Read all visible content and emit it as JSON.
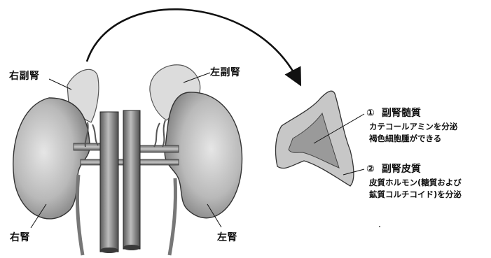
{
  "labels": {
    "right_adrenal": "右副腎",
    "left_adrenal": "左副腎",
    "right_kidney": "右腎",
    "left_kidney": "左腎"
  },
  "notes": [
    {
      "number": "①",
      "title": "副腎髄質",
      "lines": [
        "カテコールアミンを分泌",
        "褐色細胞腫ができる"
      ]
    },
    {
      "number": "②",
      "title": "副腎皮質",
      "lines": [
        "皮質ホルモン(糖質および",
        "鉱質コルチコイド)を分泌"
      ]
    }
  ]
}
